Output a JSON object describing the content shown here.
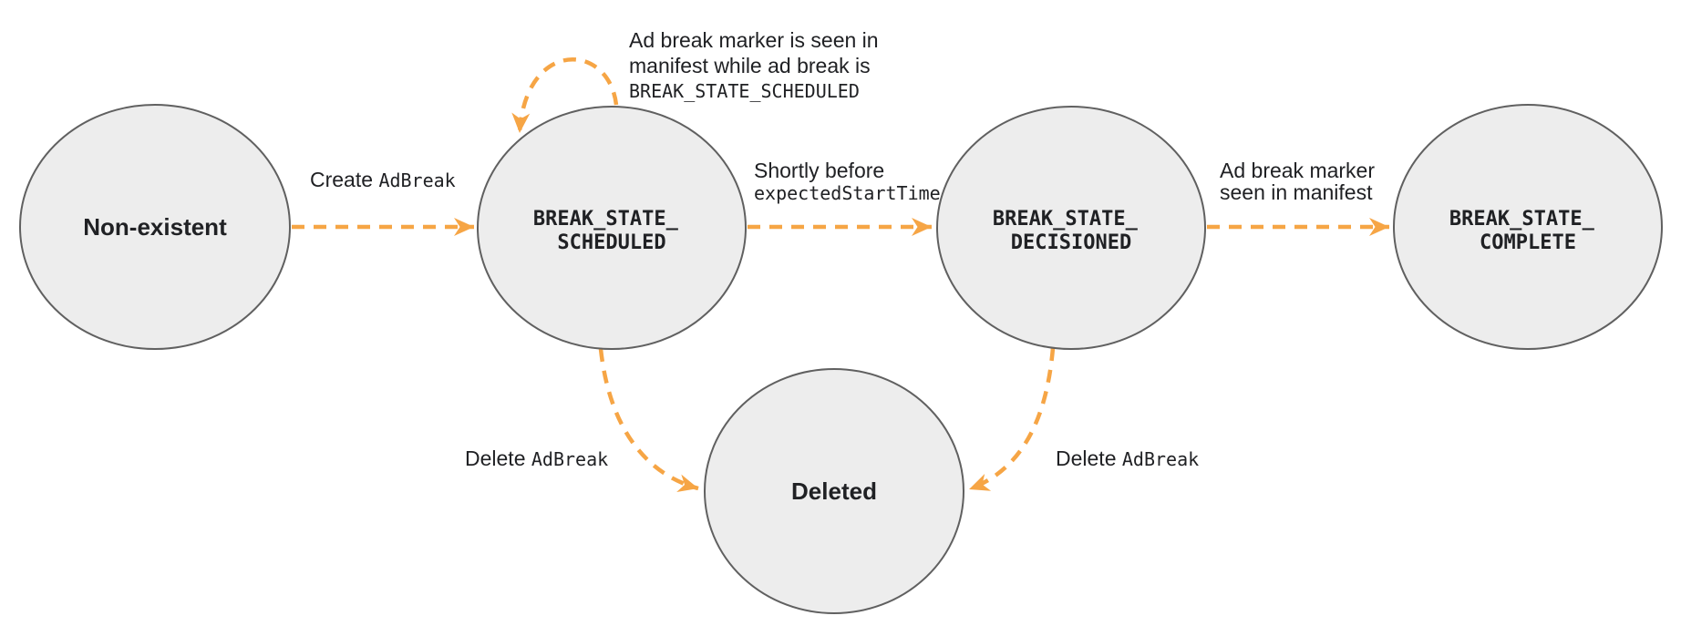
{
  "diagram": {
    "states": {
      "non_existent": {
        "label": "Non-existent"
      },
      "scheduled": {
        "line1": "BREAK_STATE_",
        "line2": "SCHEDULED"
      },
      "decisioned": {
        "line1": "BREAK_STATE_",
        "line2": "DECISIONED"
      },
      "complete": {
        "line1": "BREAK_STATE_",
        "line2": "COMPLETE"
      },
      "deleted": {
        "label": "Deleted"
      }
    },
    "transitions": {
      "create": {
        "plain": "Create ",
        "code": "AdBreak"
      },
      "self_loop": {
        "line1": "Ad break marker is seen in",
        "line2": "manifest while ad break is",
        "line3": "BREAK_STATE_SCHEDULED"
      },
      "shortly": {
        "line1": "Shortly before",
        "line2": "expectedStartTime"
      },
      "marker_seen": {
        "line1": "Ad break marker",
        "line2": "seen in manifest"
      },
      "delete_left": {
        "plain": "Delete ",
        "code": "AdBreak"
      },
      "delete_right": {
        "plain": "Delete ",
        "code": "AdBreak"
      }
    },
    "colors": {
      "arrow": "#F6A545",
      "node_fill": "#EDEDED",
      "node_border": "#606060",
      "text": "#202124"
    }
  }
}
